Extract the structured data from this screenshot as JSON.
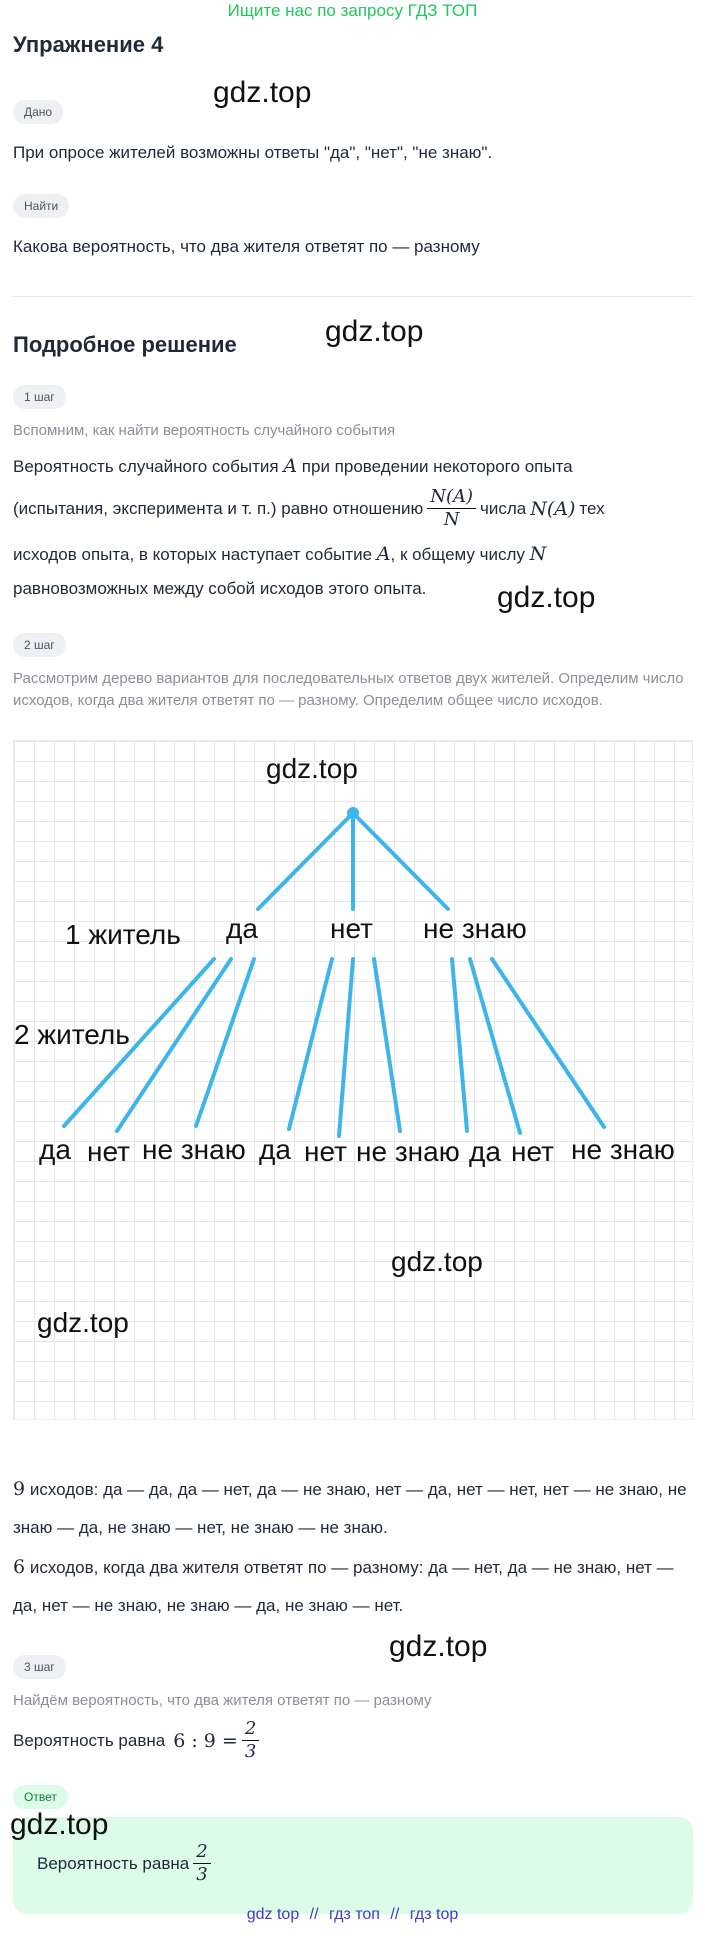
{
  "banner": "Ищите нас по запросу ГДЗ ТОП",
  "title": "Упражнение 4",
  "watermark": "gdz.top",
  "given": {
    "pill": "Дано",
    "text": "При опросе жителей возможны ответы \"да\", \"нет\", \"не знаю\"."
  },
  "find": {
    "pill": "Найти",
    "text": "Какова вероятность, что два жителя ответят по — разному"
  },
  "solution_title": "Подробное решение",
  "step1": {
    "pill": "1 шаг",
    "hint": "Вспомним, как найти вероятность случайного события",
    "p1": "Вероятность случайного события",
    "var_a": "A",
    "p2": "при проведении некоторого опыта",
    "p3": "(испытания, эксперимента и т. п.) равно отношению",
    "frac_num": "N(A)",
    "frac_den": "N",
    "p4": "числа",
    "na": "N(A)",
    "p5": "тех",
    "p6": "исходов опыта, в которых наступает событие",
    "p7": ", к общему числу",
    "var_n": "N",
    "p8": "равновозможных между собой исходов этого опыта."
  },
  "step2": {
    "pill": "2 шаг",
    "hint": "Рассмотрим дерево вариантов для последовательных ответов двух жителей. Определим число исходов, когда два жителя ответят по — разному. Определим общее число исходов.",
    "tree": {
      "label_1": "1 житель",
      "label_2": "2 житель",
      "level1": [
        "да",
        "нет",
        "не знаю"
      ],
      "level2": [
        "да",
        "нет",
        "не знаю",
        "да",
        "нет",
        "не знаю",
        "да",
        "нет",
        "не знаю"
      ]
    },
    "total_num": "9",
    "total_text": "исходов: да — да, да — нет, да — не знаю, нет — да, нет — нет, нет — не знаю, не знаю — да, не знаю — нет, не знаю — не знаю.",
    "diff_num": "6",
    "diff_text": "исходов, когда два жителя ответят по — разному: да — нет, да — не знаю, нет — да, нет — не знаю, не знаю — да, не знаю — нет."
  },
  "step3": {
    "pill": "3 шаг",
    "hint": "Найдём вероятность, что два жителя ответят по — разному",
    "text": "Вероятность равна",
    "expr": "6 : 9 =",
    "frac_num": "2",
    "frac_den": "3"
  },
  "answer": {
    "pill": "Ответ",
    "text": "Вероятность равна",
    "frac_num": "2",
    "frac_den": "3"
  },
  "footer": {
    "links": [
      "gdz top",
      "гдз топ",
      "гдз top"
    ],
    "separator": "//"
  },
  "colors": {
    "tree_line": "#3db5ea",
    "banner": "#22c55e",
    "answer_bg": "#dcfce7"
  }
}
